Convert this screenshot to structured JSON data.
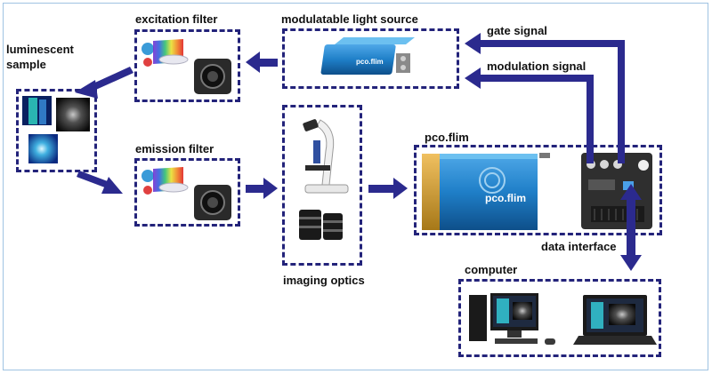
{
  "labels": {
    "excitation_filter": "excitation filter",
    "modulatable_light_source": "modulatable light source",
    "luminescent_sample_line1": "luminescent",
    "luminescent_sample_line2": "sample",
    "emission_filter": "emission filter",
    "imaging_optics": "imaging optics",
    "pco_flim": "pco.flim",
    "gate_signal": "gate signal",
    "modulation_signal": "modulation signal",
    "data_interface": "data interface",
    "computer": "computer"
  },
  "device_logos": {
    "light_source": "pco.flim",
    "camera": "pco.flim"
  },
  "colors": {
    "arrow": "#2b2a8e",
    "dashed_border": "#23237a",
    "device_blue": "#1f7fc8",
    "frame_border": "#9fc3e2"
  },
  "icons": [
    "filter-wheel-icon",
    "color-spectrum-icon",
    "microscope-icon",
    "lens-icon",
    "camera-icon",
    "desktop-computer-icon",
    "laptop-icon",
    "fluorescence-image-icon"
  ]
}
